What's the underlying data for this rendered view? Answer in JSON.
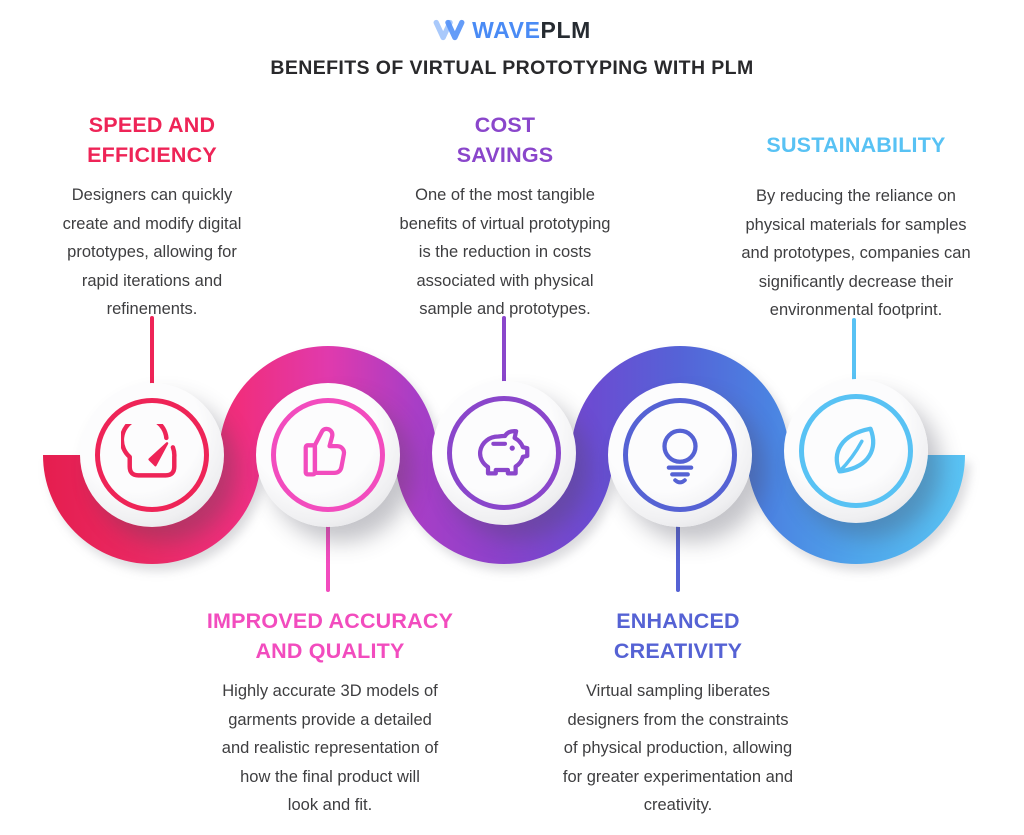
{
  "header": {
    "logo": {
      "icon": "waveplm-w-icon",
      "brand_first": "WAVE",
      "brand_second": "PLM",
      "brand_first_color": "#4a8bf5",
      "brand_second_color": "#262b31"
    },
    "title": "BENEFITS OF VIRTUAL PROTOTYPING WITH PLM"
  },
  "benefits": [
    {
      "heading": "SPEED AND\nEFFICIENCY",
      "description": "Designers can quickly\ncreate and modify digital\nprototypes, allowing for\nrapid iterations and\nrefinements.",
      "accent_color": "#ee2457",
      "icon": "speedometer-icon",
      "label_position": "top"
    },
    {
      "heading": "IMPROVED ACCURACY\nAND QUALITY",
      "description": "Highly accurate 3D models of\ngarments provide a detailed\nand realistic representation of\nhow the final product will\nlook and fit.",
      "accent_color": "#f24cbe",
      "icon": "thumbs-up-icon",
      "label_position": "bottom"
    },
    {
      "heading": "COST\nSAVINGS",
      "description": "One of the most tangible\nbenefits of virtual prototyping\nis the reduction in costs\nassociated with physical\nsample and prototypes.",
      "accent_color": "#8a46cb",
      "icon": "piggy-bank-icon",
      "label_position": "top"
    },
    {
      "heading": "ENHANCED\nCREATIVITY",
      "description": "Virtual sampling liberates\ndesigners from the constraints\nof physical production, allowing\nfor greater experimentation and\ncreativity.",
      "accent_color": "#5562d4",
      "icon": "lightbulb-icon",
      "label_position": "bottom"
    },
    {
      "heading": "SUSTAINABILITY",
      "description": "By reducing the reliance on\nphysical materials for samples\nand prototypes, companies can\nsignificantly decrease their\nenvironmental footprint.",
      "accent_color": "#58c2f4",
      "icon": "leaf-icon",
      "label_position": "top"
    }
  ],
  "ribbon": {
    "gradient": [
      "#e51e4f",
      "#ea2a65",
      "#f02e7e",
      "#e03aad",
      "#a83ec6",
      "#8a42cb",
      "#6b4cd2",
      "#5563d7",
      "#4b82e1",
      "#4fa5eb",
      "#5ac4f4"
    ]
  }
}
